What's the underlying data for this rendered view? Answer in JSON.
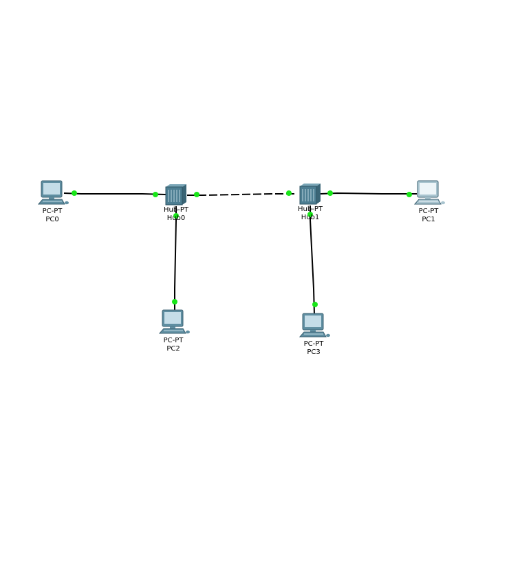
{
  "colors": {
    "background": "#ffffff",
    "link": "#000000",
    "link_up_light": "#19e619",
    "pc_body": "#5f8ea1",
    "pc_screen": "#c5dde8",
    "pc_dimmed_body": "#a9c4cf",
    "pc_dimmed_screen": "#edf5f8",
    "hub_body": "#4d7e92",
    "hub_front": "#3a6576"
  },
  "nodes": [
    {
      "id": "pc0",
      "type_label": "PC-PT",
      "name": "PC0",
      "icon": "pc-icon",
      "dimmed": false
    },
    {
      "id": "hub0",
      "type_label": "Hub-PT",
      "name": "Hub0",
      "icon": "hub-icon",
      "dimmed": false
    },
    {
      "id": "hub1",
      "type_label": "Hub-PT",
      "name": "Hub1",
      "icon": "hub-icon",
      "dimmed": false
    },
    {
      "id": "pc1",
      "type_label": "PC-PT",
      "name": "PC1",
      "icon": "pc-icon",
      "dimmed": true
    },
    {
      "id": "pc2",
      "type_label": "PC-PT",
      "name": "PC2",
      "icon": "pc-icon",
      "dimmed": false
    },
    {
      "id": "pc3",
      "type_label": "PC-PT",
      "name": "PC3",
      "icon": "pc-icon",
      "dimmed": false
    }
  ],
  "links": [
    {
      "from": "pc0",
      "to": "hub0",
      "cable": "straight-through"
    },
    {
      "from": "hub0",
      "to": "hub1",
      "cable": "crossover"
    },
    {
      "from": "hub1",
      "to": "pc1",
      "cable": "straight-through"
    },
    {
      "from": "hub0",
      "to": "pc2",
      "cable": "straight-through"
    },
    {
      "from": "hub1",
      "to": "pc3",
      "cable": "straight-through"
    }
  ]
}
